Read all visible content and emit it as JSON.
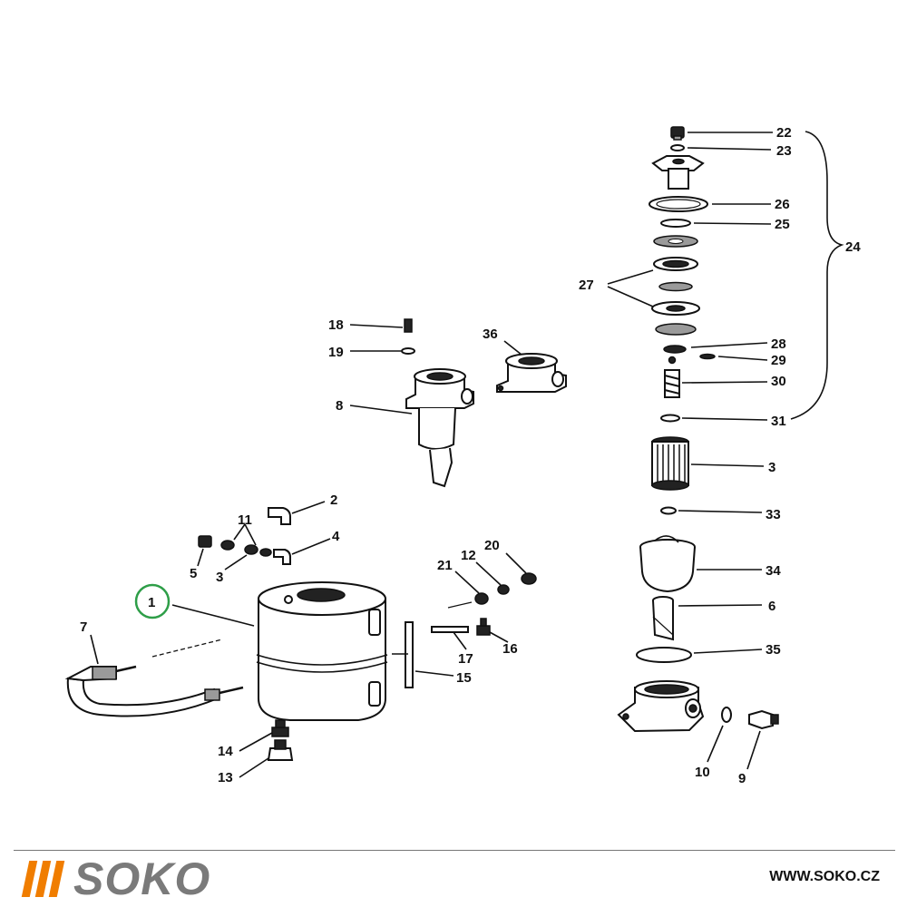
{
  "labels": {
    "p1": "1",
    "p2": "2",
    "p3a": "3",
    "p3b": "3",
    "p4": "4",
    "p5": "5",
    "p6": "6",
    "p7": "7",
    "p8": "8",
    "p9": "9",
    "p10": "10",
    "p11": "11",
    "p12": "12",
    "p13": "13",
    "p14": "14",
    "p15": "15",
    "p16": "16",
    "p17": "17",
    "p18": "18",
    "p19": "19",
    "p20": "20",
    "p21": "21",
    "p22": "22",
    "p23": "23",
    "p24": "24",
    "p25": "25",
    "p26": "26",
    "p27": "27",
    "p28": "28",
    "p29": "29",
    "p30": "30",
    "p31": "31",
    "p33": "33",
    "p34": "34",
    "p35": "35",
    "p36": "36"
  },
  "highlight_color": "#2e9e48",
  "footer": {
    "brand": "SOKO",
    "brand_color": "#7a7a7a",
    "accent_color": "#f07d00",
    "website": "WWW.SOKO.CZ"
  }
}
